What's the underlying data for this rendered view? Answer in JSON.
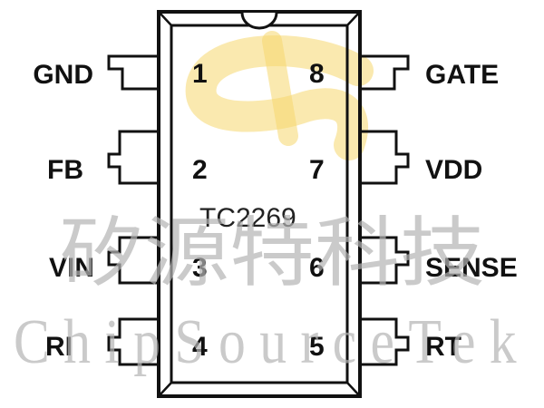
{
  "chip": {
    "part_number": "TC2269"
  },
  "pins_left": [
    {
      "number": "1",
      "name": "GND"
    },
    {
      "number": "2",
      "name": "FB"
    },
    {
      "number": "3",
      "name": "VIN"
    },
    {
      "number": "4",
      "name": "RI"
    }
  ],
  "pins_right": [
    {
      "number": "8",
      "name": "GATE"
    },
    {
      "number": "7",
      "name": "VDD"
    },
    {
      "number": "6",
      "name": "SENSE"
    },
    {
      "number": "5",
      "name": "RT"
    }
  ],
  "watermark": {
    "chinese": "矽源特科技",
    "english": "ChipSourceTek",
    "logo_color": "#f5d76e"
  },
  "colors": {
    "outline": "#111111",
    "text": "#111111"
  }
}
